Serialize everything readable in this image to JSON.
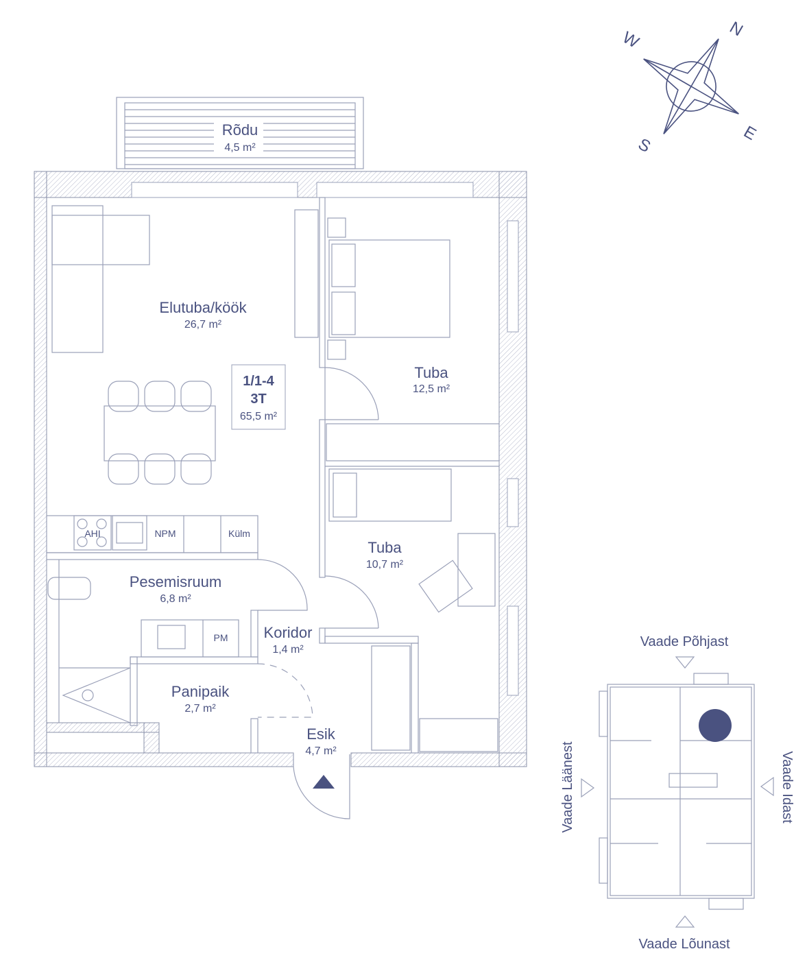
{
  "rooms": {
    "balcony": {
      "name": "Rõdu",
      "area": "4,5  m²"
    },
    "living": {
      "name": "Elutuba/köök",
      "area": "26,7 m²"
    },
    "bed1": {
      "name": "Tuba",
      "area": "12,5 m²"
    },
    "bed2": {
      "name": "Tuba",
      "area": "10,7 m²"
    },
    "bath": {
      "name": "Pesemisruum",
      "area": "6,8 m²"
    },
    "corridor": {
      "name": "Koridor",
      "area": "1,4 m²"
    },
    "storage": {
      "name": "Panipaik",
      "area": "2,7 m²"
    },
    "hall": {
      "name": "Esik",
      "area": "4,7 m²"
    }
  },
  "unit": {
    "number": "1/1-4",
    "type": "3T",
    "area": "65,5 m²"
  },
  "appliances": {
    "oven": "AHI",
    "dishwasher": "NPM",
    "fridge": "Külm",
    "washer": "PM"
  },
  "compass": {
    "n": "N",
    "e": "E",
    "s": "S",
    "w": "W"
  },
  "keyplan": {
    "north": "Vaade Põhjast",
    "south": "Vaade Lõunast",
    "west": "Vaade Läänest",
    "east": "Vaade Idast"
  },
  "colors": {
    "ink": "#4a5280",
    "line": "#9aa0b8"
  }
}
